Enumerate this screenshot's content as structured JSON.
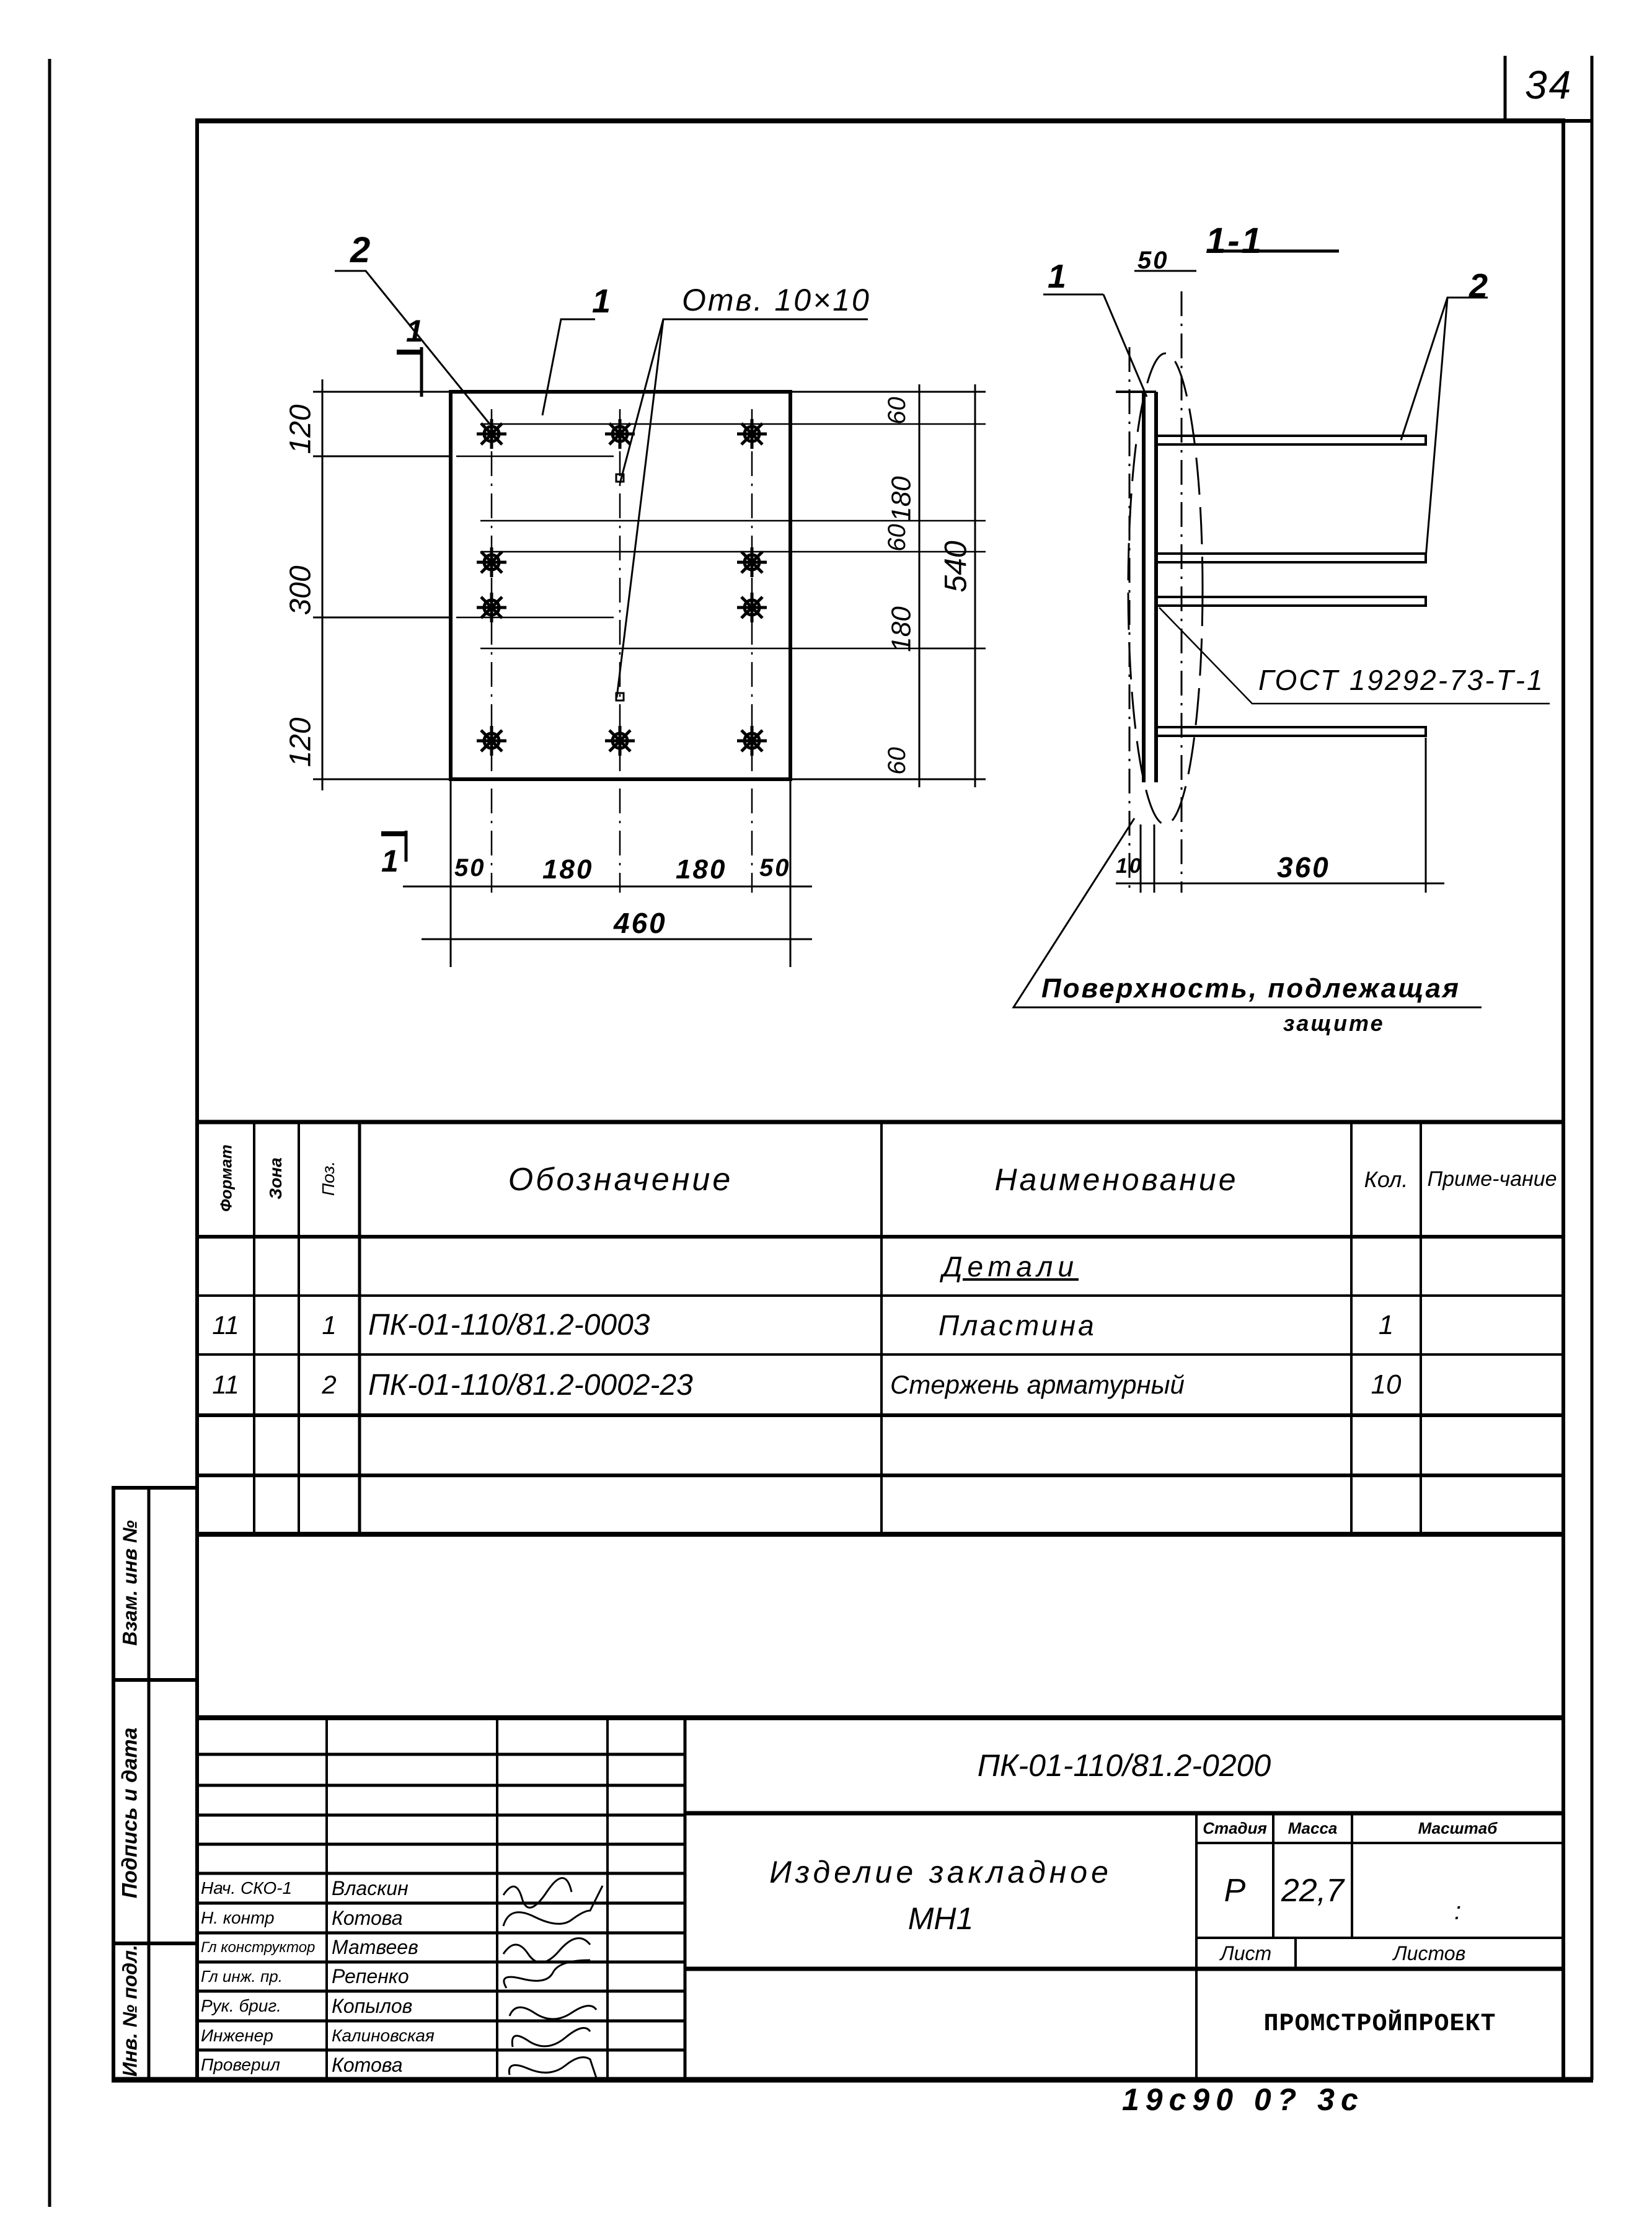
{
  "sheet": {
    "page_number": "34",
    "bottom_stamp": "19c90 0? 3c"
  },
  "drawing": {
    "plan_view": {
      "leaders": {
        "pos2": "2",
        "pos1": "1",
        "hole_note": "Отв. 10×10",
        "section_mark_top": "1",
        "section_mark_bottom": "1"
      },
      "dims_left": [
        "120",
        "300",
        "120"
      ],
      "dims_right": [
        "60",
        "180",
        "60",
        "180",
        "60"
      ],
      "dim_overall_height": "540",
      "dims_bottom": [
        "50",
        "180",
        "180",
        "50"
      ],
      "dim_overall_width": "460"
    },
    "section_view": {
      "title": "1-1",
      "leader_pos1": "1",
      "leader_pos2": "2",
      "dim_top": "50",
      "weld_note": "ГОСТ 19292-73-Т-1",
      "dim_plate": "10",
      "dim_bar": "360",
      "surface_note_line1": "Поверхность, подлежащая",
      "surface_note_line2": "защите"
    }
  },
  "spec_table": {
    "headers": {
      "format": "Формат",
      "zone": "Зона",
      "pos": "Поз.",
      "designation": "Обозначение",
      "name": "Наименование",
      "qty": "Кол.",
      "note": "Приме-чание"
    },
    "section_title": "Детали",
    "rows": [
      {
        "format": "11",
        "zone": "",
        "pos": "1",
        "designation": "ПК-01-110/81.2-0003",
        "name": "Пластина",
        "qty": "1",
        "note": ""
      },
      {
        "format": "11",
        "zone": "",
        "pos": "2",
        "designation": "ПК-01-110/81.2-0002-23",
        "name": "Стержень арматурный",
        "qty": "10",
        "note": ""
      },
      {
        "format": "",
        "zone": "",
        "pos": "",
        "designation": "",
        "name": "",
        "qty": "",
        "note": ""
      },
      {
        "format": "",
        "zone": "",
        "pos": "",
        "designation": "",
        "name": "",
        "qty": "",
        "note": ""
      }
    ]
  },
  "side_stamp": {
    "vzam_inv": "Взам. инв №",
    "podpis_data": "Подпись и дата",
    "inv_podl": "Инв. № подл."
  },
  "title_block": {
    "doc_code": "ПК-01-110/81.2-0200",
    "product_name_line1": "Изделие закладное",
    "product_name_line2": "МН1",
    "stage_label": "Стадия",
    "mass_label": "Масса",
    "scale_label": "Масштаб",
    "stage_value": "Р",
    "mass_value": "22,7",
    "scale_value": ":",
    "sheet_label": "Лист",
    "sheets_label": "Листов",
    "organization": "ПРОМСТРОЙПРОЕКТ",
    "signatories": [
      {
        "role": "Нач. СКО-1",
        "name": "Власкин"
      },
      {
        "role": "Н. контр",
        "name": "Котова"
      },
      {
        "role": "Гл конструктор",
        "name": "Матвеев"
      },
      {
        "role": "Гл инж. пр.",
        "name": "Репенко"
      },
      {
        "role": "Рук. бриг.",
        "name": "Копылов"
      },
      {
        "role": "Инженер",
        "name": "Калиновская"
      },
      {
        "role": "Проверил",
        "name": "Котова"
      }
    ]
  }
}
